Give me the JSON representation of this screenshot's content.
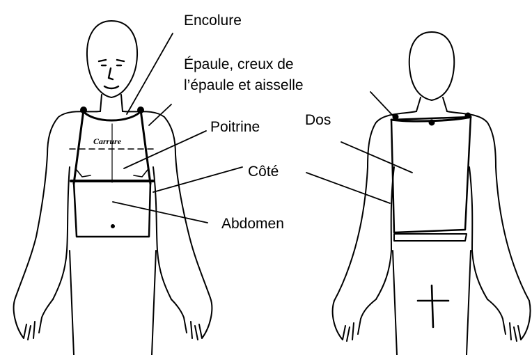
{
  "labels": {
    "encolure": "Encolure",
    "epaule_line1": "Épaule, creux de",
    "epaule_line2": "l’épaule et aisselle",
    "poitrine": "Poitrine",
    "dos": "Dos",
    "cote": "Côté",
    "abdomen": "Abdomen"
  },
  "front_figure": {
    "carrure_text": "Carrure"
  },
  "colors": {
    "ink": "#000000",
    "background": "#ffffff"
  }
}
